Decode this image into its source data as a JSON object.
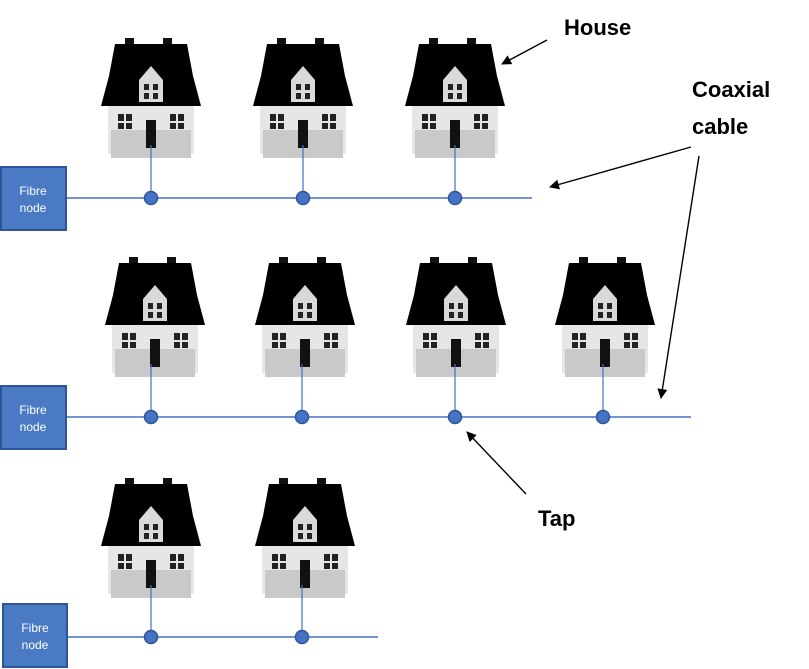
{
  "nodes": [
    {
      "line1": "Fibre",
      "line2": "node"
    },
    {
      "line1": "Fibre",
      "line2": "node"
    },
    {
      "line1": "Fibre",
      "line2": "node"
    }
  ],
  "labels": {
    "house": "House",
    "coaxial_line1": "Coaxial",
    "coaxial_line2": "cable",
    "tap": "Tap"
  },
  "rows": [
    {
      "houses": 3
    },
    {
      "houses": 4
    },
    {
      "houses": 2
    }
  ]
}
